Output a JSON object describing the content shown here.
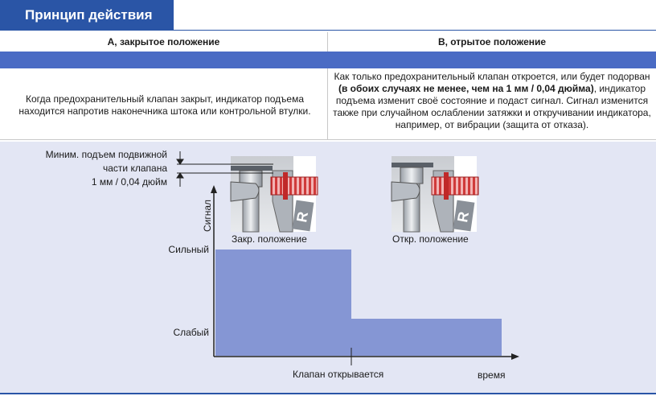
{
  "title": "Принцип действия",
  "columns": [
    {
      "header": "A, закрытое положение",
      "description": "Когда предохранительный клапан закрыт, индикатор подъема находится напротив наконечника штока или контрольной втулки."
    },
    {
      "header": "B, отрытое положение",
      "description_before": "Как только предохранительный клапан откроется, или будет подорван ",
      "description_bold": "(в обоих случаях не менее, чем на 1 мм / 0,04 дюйма)",
      "description_after": ", индикатор подъема изменит своё состояние и подаст сигнал. Сигнал изменится также при случайном ослаблении затяжки и откручивании индикатора, например, от вибрации (защита от отказа)."
    }
  ],
  "diagram": {
    "min_lift_label_line1": "Миним. подъем подвижной",
    "min_lift_label_line2": "части клапана",
    "min_lift_label_line3": "1 мм / 0,04 дюйм",
    "closed_caption": "Закр. положение",
    "open_caption": "Откр. положение",
    "y_axis_label": "Сигнал",
    "strong_label": "Сильный",
    "weak_label": "Слабый",
    "event_label": "Клапан открывается",
    "x_axis_label": "время",
    "badge_letter": "R"
  },
  "chart_data": {
    "type": "step",
    "xlabel": "время",
    "ylabel": "Сигнал",
    "y_levels": [
      "Слабый",
      "Сильный"
    ],
    "event": "Клапан открывается",
    "segments": [
      {
        "phase": "before",
        "level": "Сильный"
      },
      {
        "phase": "after",
        "level": "Слабый"
      }
    ]
  },
  "colors": {
    "brand_blue": "#2a55a6",
    "bar_blue": "#4a6bc4",
    "fill_blue": "#8596d4",
    "coil_red": "#d03a3a",
    "bg_light": "#e3e6f4"
  }
}
